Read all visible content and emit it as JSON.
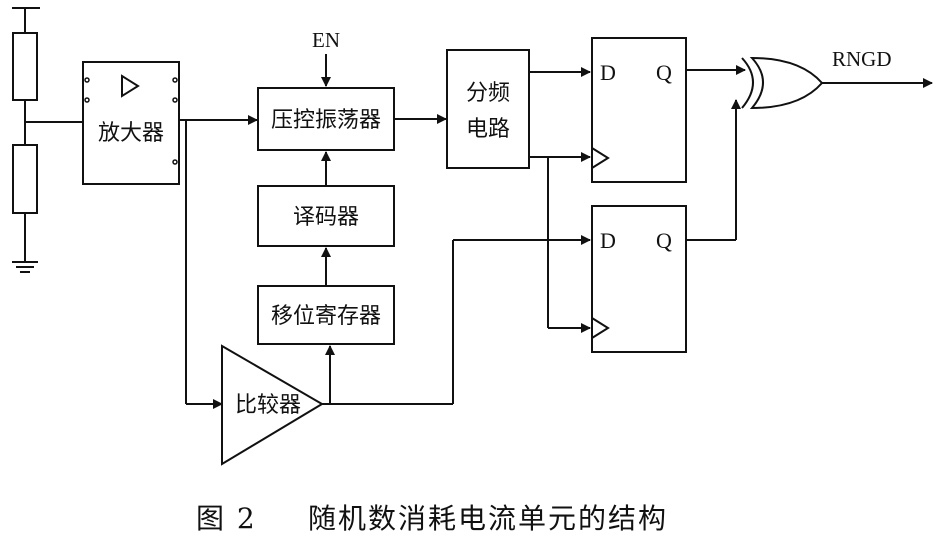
{
  "blocks": {
    "amplifier": "放大器",
    "vco": "压控振荡器",
    "decoder": "译码器",
    "shift_register": "移位寄存器",
    "comparator": "比较器",
    "divider_line1": "分频",
    "divider_line2": "电路"
  },
  "signals": {
    "enable": "EN",
    "output": "RNGD"
  },
  "flipflops": {
    "d_label": "D",
    "q_label": "Q"
  },
  "caption": {
    "figure": "图 2",
    "title": "随机数消耗电流单元的结构"
  }
}
